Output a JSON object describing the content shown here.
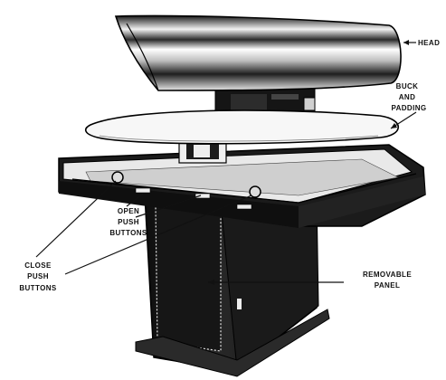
{
  "labels": {
    "head": "HEAD",
    "buck_l1": "BUCK",
    "buck_l2": "AND",
    "buck_l3": "PADDING",
    "open_l1": "OPEN",
    "open_l2": "PUSH",
    "open_l3": "BUTTONS",
    "close_l1": "CLOSE",
    "close_l2": "PUSH",
    "close_l3": "BUTTONS",
    "panel_l1": "REMOVABLE",
    "panel_l2": "PANEL"
  },
  "colors": {
    "ink": "#111111",
    "paper": "#ffffff",
    "steel": "#d9d9d9"
  }
}
